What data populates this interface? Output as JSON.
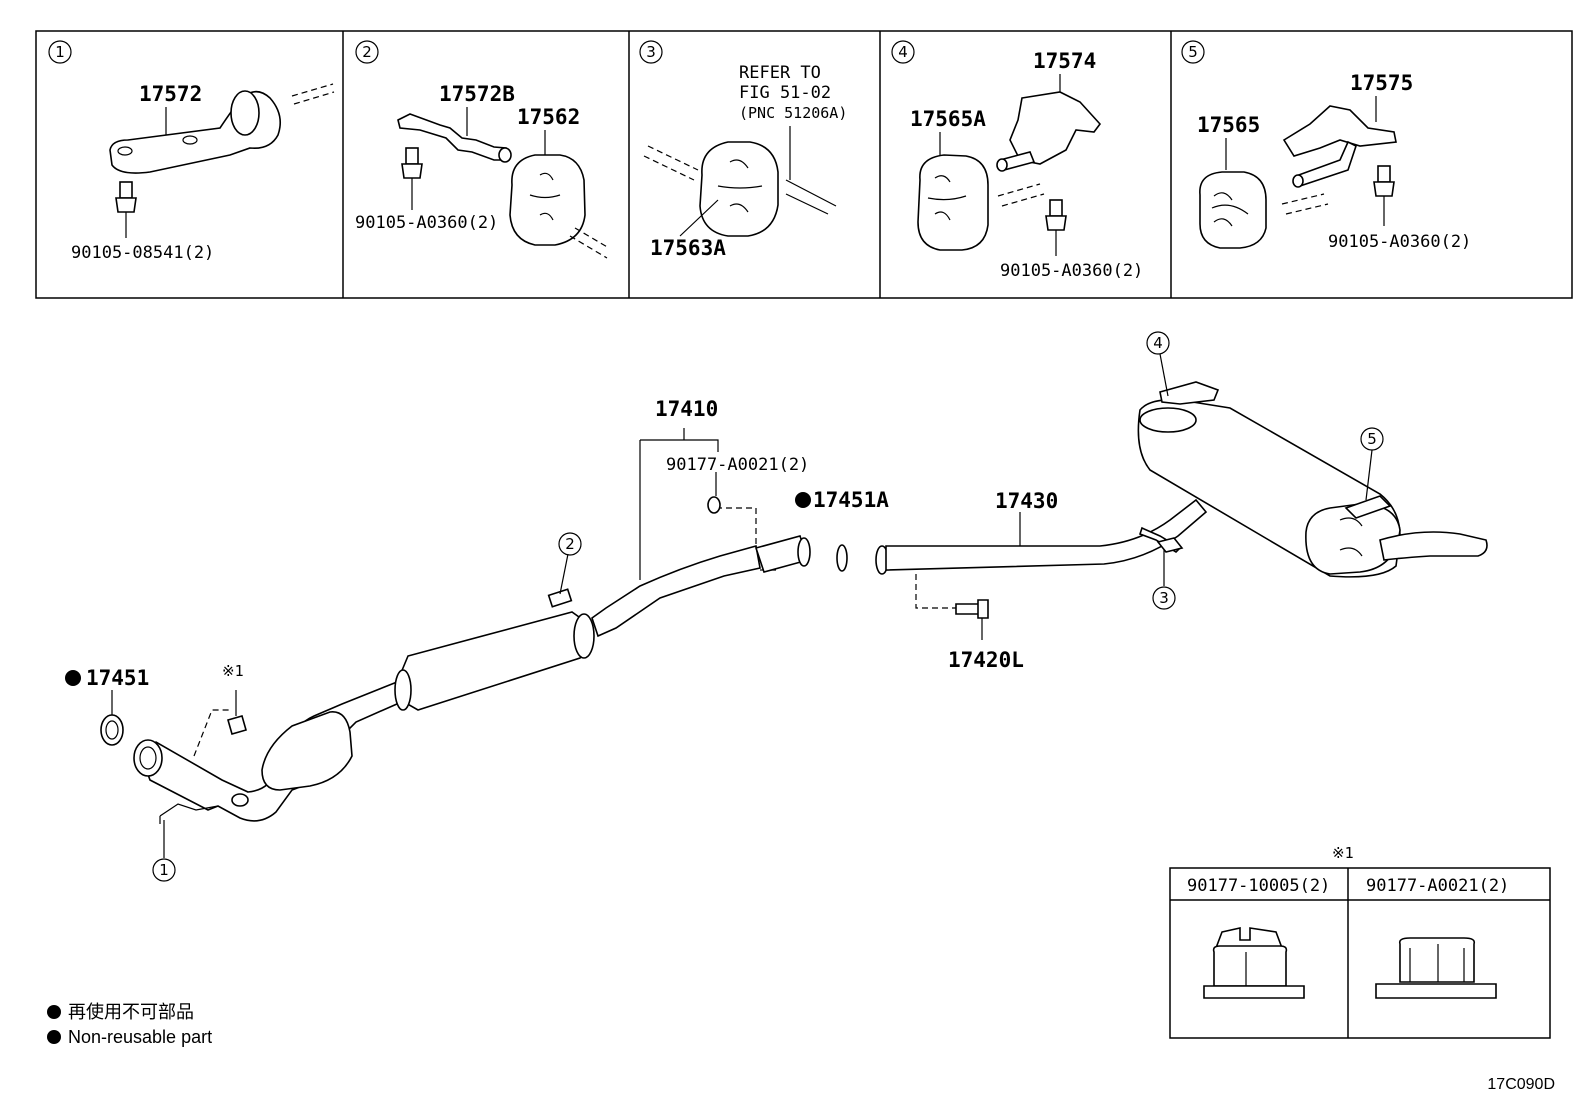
{
  "inset_panels": [
    {
      "num": "1",
      "parts": [
        "17572",
        "90105-08541(2)"
      ]
    },
    {
      "num": "2",
      "parts": [
        "17572B",
        "17562",
        "90105-A0360(2)"
      ]
    },
    {
      "num": "3",
      "parts": [
        "17563A"
      ],
      "note": [
        "REFER TO",
        "FIG 51-02",
        "(PNC 51206A)"
      ]
    },
    {
      "num": "4",
      "parts": [
        "17574",
        "17565A",
        "90105-A0360(2)"
      ]
    },
    {
      "num": "5",
      "parts": [
        "17575",
        "17565",
        "90105-A0360(2)"
      ]
    }
  ],
  "main": {
    "part_17410": "17410",
    "nut_90177": "90177-A0021(2)",
    "gasket_17451A": "17451A",
    "pipe_17430": "17430",
    "bolt_17420L": "17420L",
    "gasket_17451": "17451",
    "ref_mark": "※1",
    "callouts": [
      "1",
      "2",
      "3",
      "4",
      "5"
    ]
  },
  "nut_table": {
    "mark": "※1",
    "col1": "90177-10005(2)",
    "col2": "90177-A0021(2)"
  },
  "legend": {
    "jp": "再使用不可部品",
    "en": "Non-reusable part"
  },
  "figure_code": "17C090D"
}
